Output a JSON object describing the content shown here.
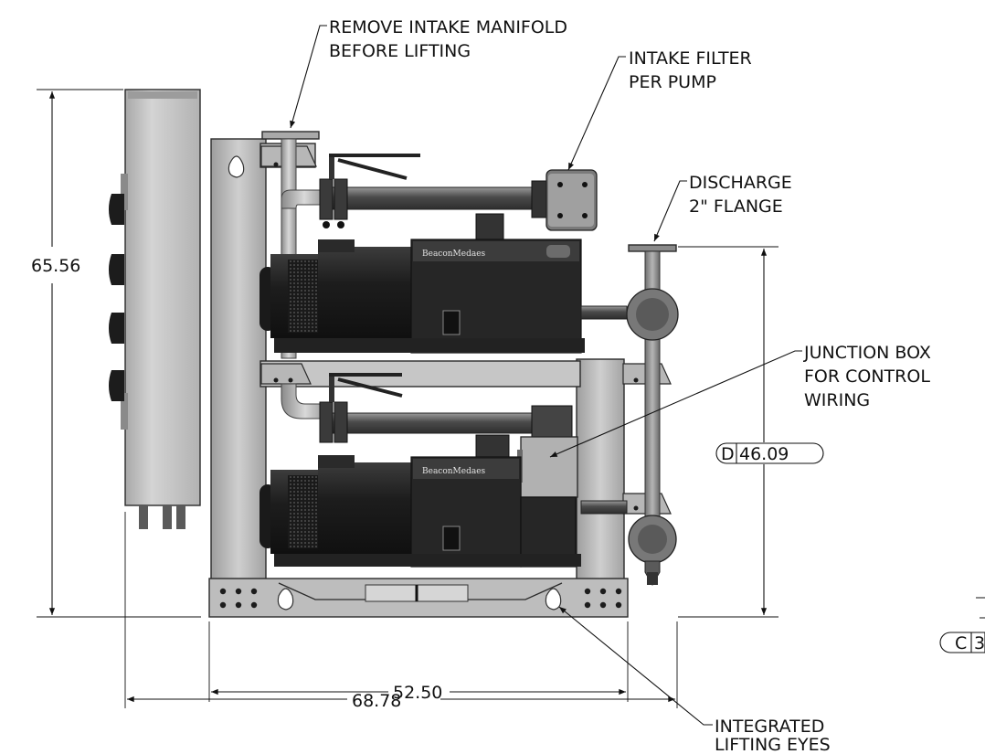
{
  "callouts": {
    "remove_manifold": [
      "REMOVE INTAKE MANIFOLD",
      "BEFORE LIFTING"
    ],
    "intake_filter": [
      "INTAKE FILTER",
      "PER PUMP"
    ],
    "discharge": [
      "DISCHARGE",
      "2\" FLANGE"
    ],
    "junction_box": [
      "JUNCTION BOX",
      "FOR CONTROL",
      "WIRING"
    ],
    "lifting_eyes": [
      "INTEGRATED",
      "LIFTING EYES"
    ]
  },
  "dimensions": {
    "height_overall": "65.56",
    "width_frame": "52.50",
    "width_overall": "68.78",
    "ref_d_letter": "D",
    "ref_d_value": "46.09",
    "ref_c_letter": "C",
    "ref_c_value": "3"
  },
  "pump_brand": "BeaconMedaes",
  "colors": {
    "frame": "#b9b9b9",
    "frame_dark": "#8f8f8f",
    "pump_body": "#2b2b2b",
    "pipe": "#6e6e6e",
    "panel": "#c4c4c4"
  }
}
